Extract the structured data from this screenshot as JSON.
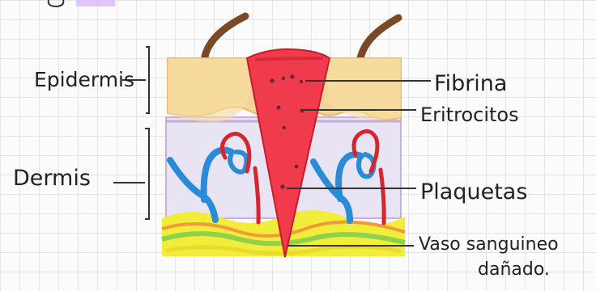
{
  "labels": {
    "left_top": "Epidermis",
    "left_mid": "Dermis",
    "right_1": "Fibrina",
    "right_2": "Eritrocitos",
    "right_3": "Plaquetas",
    "right_4_line1": "Vaso sanguineo",
    "right_4_line2": "dañado."
  },
  "colors": {
    "epidermis": "#f4d496",
    "epidermis_edge": "#e8b86f",
    "dermis": "#e9e4f4",
    "dermis_edge": "#c8b0d8",
    "wound": "#ef3b4b",
    "wound_dark": "#c51d2e",
    "hair": "#7a4a28",
    "vessel_blue": "#2a8bd6",
    "vessel_red": "#d5262f",
    "fat_yellow": "#f2ec3b",
    "fat_green": "#8ed24b",
    "fat_orange": "#f29a3a",
    "ink": "#222222"
  }
}
